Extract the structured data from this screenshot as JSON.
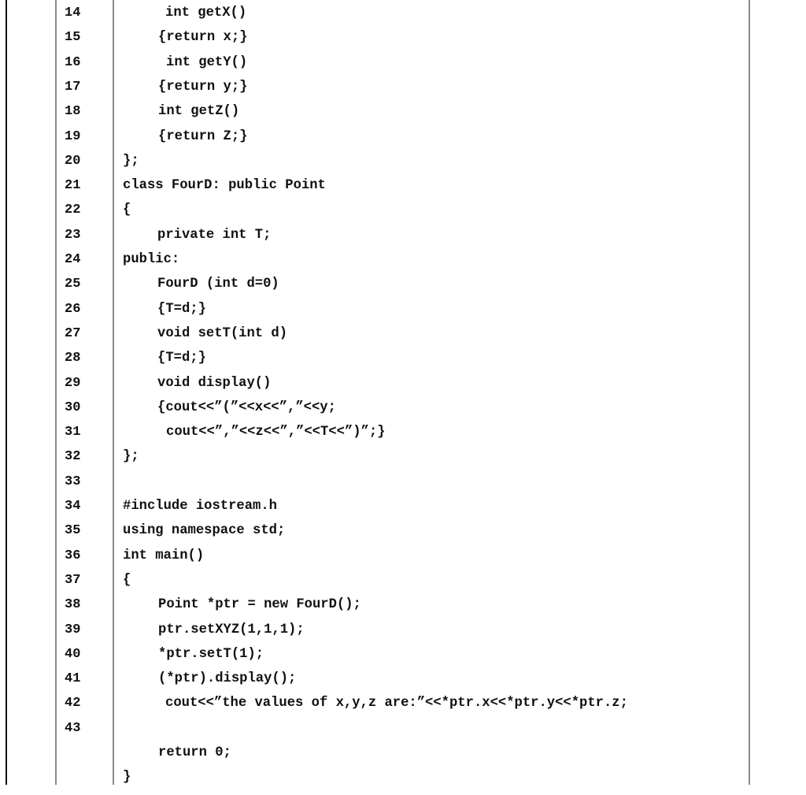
{
  "code_listing": {
    "lines": [
      {
        "num": "14",
        "text": "int getX()",
        "indent": 210
      },
      {
        "num": "15",
        "text": "{return x;}",
        "indent": 201
      },
      {
        "num": "16",
        "text": "int getY()",
        "indent": 211
      },
      {
        "num": "17",
        "text": "{return y;}",
        "indent": 201
      },
      {
        "num": "18",
        "text": "int getZ()",
        "indent": 201
      },
      {
        "num": "19",
        "text": "{return Z;}",
        "indent": 201
      },
      {
        "num": "20",
        "text": "};",
        "indent": 156
      },
      {
        "num": "21",
        "text": "class FourD: public Point",
        "indent": 156
      },
      {
        "num": "22",
        "text": "{",
        "indent": 156
      },
      {
        "num": "23",
        "text": "private int T;",
        "indent": 200
      },
      {
        "num": "24",
        "text": "public:",
        "indent": 156
      },
      {
        "num": "25",
        "text": "FourD (int d=0)",
        "indent": 200
      },
      {
        "num": "26",
        "text": "{T=d;}",
        "indent": 200
      },
      {
        "num": "27",
        "text": "void setT(int d)",
        "indent": 200
      },
      {
        "num": "28",
        "text": "{T=d;}",
        "indent": 200
      },
      {
        "num": "29",
        "text": "void display()",
        "indent": 200
      },
      {
        "num": "30",
        "text": "{cout<<”(”<<x<<”,”<<y;",
        "indent": 200
      },
      {
        "num": "31",
        "text": "cout<<”,”<<z<<”,”<<T<<”)”;}",
        "indent": 211
      },
      {
        "num": "32",
        "text": "};",
        "indent": 156
      },
      {
        "num": "33",
        "text": "",
        "indent": 156
      },
      {
        "num": "34",
        "text": "#include iostream.h",
        "indent": 156
      },
      {
        "num": "35",
        "text": "using namespace std;",
        "indent": 156
      },
      {
        "num": "36",
        "text": "int main()",
        "indent": 156
      },
      {
        "num": "37",
        "text": "{",
        "indent": 156
      },
      {
        "num": "38",
        "text": "Point *ptr = new FourD();",
        "indent": 201
      },
      {
        "num": "39",
        "text": "ptr.setXYZ(1,1,1);",
        "indent": 201
      },
      {
        "num": "40",
        "text": "*ptr.setT(1);",
        "indent": 201
      },
      {
        "num": "41",
        "text": "(*ptr).display();",
        "indent": 201
      },
      {
        "num": "42",
        "text": "cout<<”the values of x,y,z are:”<<*ptr.x<<*ptr.y<<*ptr.z;",
        "indent": 210
      },
      {
        "num": "43",
        "text": "",
        "indent": 201
      },
      {
        "num": "",
        "text": "return 0;",
        "indent": 201
      },
      {
        "num": "",
        "text": "}",
        "indent": 156
      }
    ]
  }
}
